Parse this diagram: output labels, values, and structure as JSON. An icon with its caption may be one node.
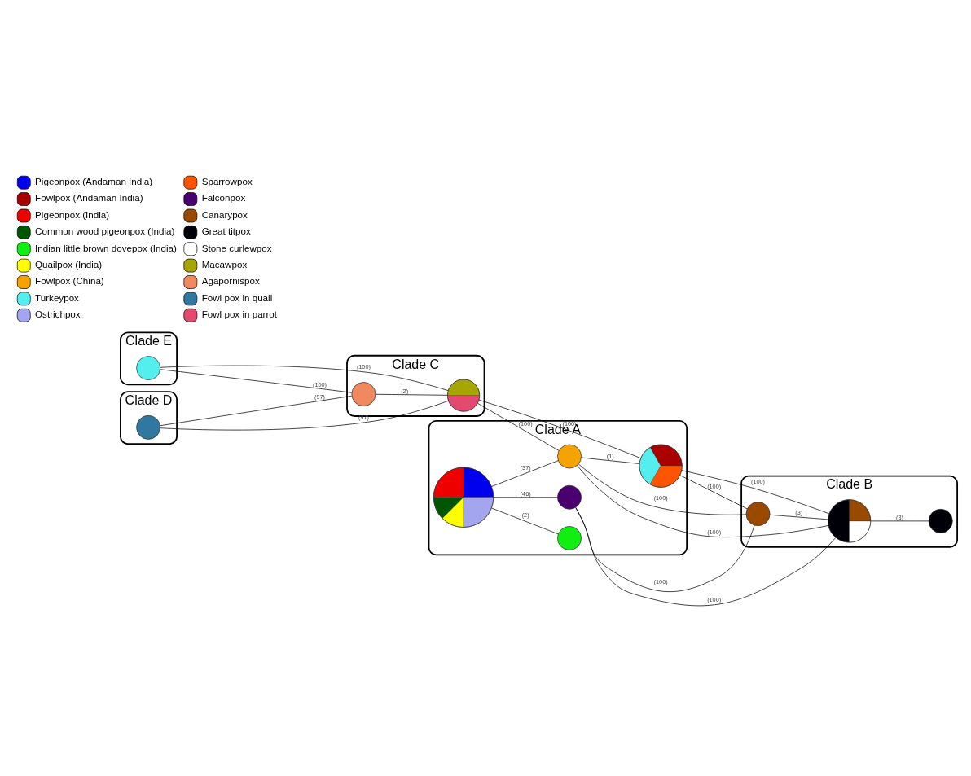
{
  "diagram": {
    "nodes": [
      {
        "text": [
          "Clade E"
        ]
      },
      {
        "text": [],
        "shape": "circle",
        "in": 0
      },
      {
        "text": [
          "Clade C"
        ]
      },
      {
        "text": [],
        "shape": "circle",
        "in": 2
      },
      {
        "text": [],
        "shape": "circle",
        "in": 2
      },
      {
        "text": [
          "Clade D"
        ]
      },
      {
        "text": [],
        "shape": "circle",
        "in": 5
      },
      {
        "text": [
          "Clade A"
        ]
      },
      {
        "text": [],
        "shape": "circle",
        "in": 7
      },
      {
        "text": [],
        "shape": "circle",
        "in": 7
      },
      {
        "text": [],
        "shape": "circle",
        "in": 7
      },
      {
        "text": [],
        "shape": "circle",
        "in": 7
      },
      {
        "text": [],
        "shape": "circle",
        "in": 7
      },
      {
        "text": [
          "Clade B"
        ]
      },
      {
        "text": [],
        "shape": "circle",
        "in": 13
      },
      {
        "text": [],
        "shape": "circle",
        "in": 13
      },
      {
        "text": [],
        "shape": "circle",
        "in": 13
      }
    ],
    "edges": [
      {
        "from": 1,
        "to": 3,
        "arrow": "none",
        "label": "(100)"
      },
      {
        "from": 1,
        "to": 4,
        "arrow": "none",
        "label": "(100)"
      },
      {
        "from": 3,
        "to": 4,
        "arrow": "none",
        "label": "(2)"
      },
      {
        "from": 6,
        "to": 3,
        "arrow": "none",
        "label": "(97)"
      },
      {
        "from": 6,
        "to": 4,
        "arrow": "none",
        "label": "(97)"
      },
      {
        "from": 4,
        "to": 11,
        "arrow": "none",
        "label": "(100)"
      },
      {
        "from": 4,
        "to": 12,
        "arrow": "none",
        "label": "(100)"
      },
      {
        "from": 8,
        "to": 9,
        "arrow": "none",
        "label": "(2)"
      },
      {
        "from": 8,
        "to": 10,
        "arrow": "none",
        "label": "(46)"
      },
      {
        "from": 8,
        "to": 11,
        "arrow": "none",
        "label": "(37)"
      },
      {
        "from": 11,
        "to": 12,
        "arrow": "none",
        "label": "(1)"
      },
      {
        "from": 10,
        "to": 14,
        "arrow": "none",
        "label": "(100)"
      },
      {
        "from": 10,
        "to": 15,
        "arrow": "none",
        "label": "(100)"
      },
      {
        "from": 11,
        "to": 14,
        "arrow": "none",
        "label": "(100)"
      },
      {
        "from": 11,
        "to": 15,
        "arrow": "none",
        "label": "(100)"
      },
      {
        "from": 12,
        "to": 14,
        "arrow": "none",
        "label": "(100)"
      },
      {
        "from": 12,
        "to": 15,
        "arrow": "none",
        "label": "(100)"
      },
      {
        "from": 14,
        "to": 15,
        "arrow": "none",
        "label": "(3)"
      },
      {
        "from": 15,
        "to": 16,
        "arrow": "none",
        "label": "(3)"
      }
    ],
    "legend": [
      {
        "text": "Pigeonpox (Andaman India)",
        "color": "#0000ee"
      },
      {
        "text": "Fowlpox (Andaman India)",
        "color": "#aa0000"
      },
      {
        "text": "Pigeonpox (India)",
        "color": "#ee0000"
      },
      {
        "text": "Common wood pigeonpox (India)",
        "color": "#005500"
      },
      {
        "text": "Indian little brown dovepox (India)",
        "color": "#11ee11"
      },
      {
        "text": "Quailpox (India)",
        "color": "#ffff00"
      },
      {
        "text": "Fowlpox (China)",
        "color": "#f5a300"
      },
      {
        "text": "Turkeypox",
        "color": "#55eeee"
      },
      {
        "text": "Ostrichpox",
        "color": "#a3a6ee"
      },
      {
        "text": "Sparrowpox",
        "color": "#ff5500"
      },
      {
        "text": "Falconpox",
        "color": "#4b0070"
      },
      {
        "text": "Canarypox",
        "color": "#9a4a00"
      },
      {
        "text": "Great titpox",
        "color": "#000008"
      },
      {
        "text": "Stone curlewpox",
        "color": "#ffffff"
      },
      {
        "text": "Macawpox",
        "color": "#a6a600"
      },
      {
        "text": "Agapornispox",
        "color": "#f08860"
      },
      {
        "text": "Fowl pox in quail",
        "color": "#3078a0"
      },
      {
        "text": "Fowl pox in parrot",
        "color": "#e24a70"
      }
    ]
  }
}
